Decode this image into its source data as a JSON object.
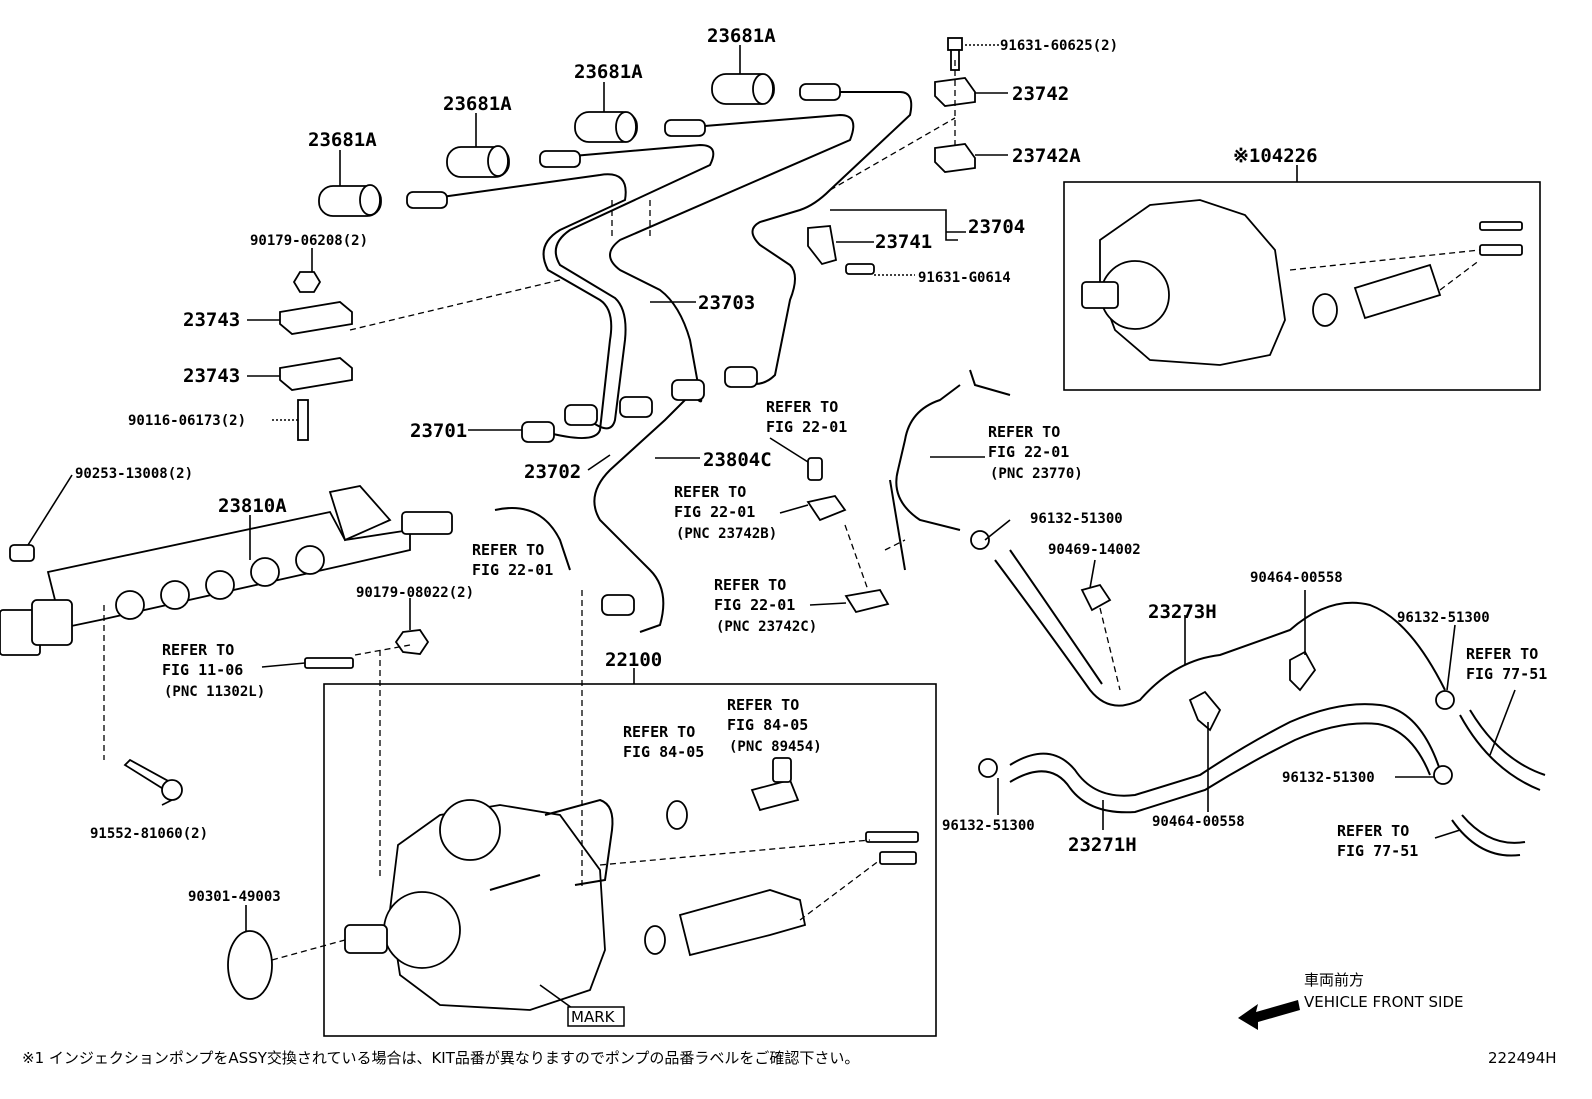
{
  "labels": {
    "l_23681a_1": "23681A",
    "l_23681a_2": "23681A",
    "l_23681a_3": "23681A",
    "l_23681a_4": "23681A",
    "l_91631_60625": "91631-60625(2)",
    "l_23742": "23742",
    "l_23742a": "23742A",
    "l_04226": "※104226",
    "l_90179_06208": "90179-06208(2)",
    "l_23704": "23704",
    "l_23741": "23741",
    "l_91631_g0614": "91631-G0614",
    "l_23743_1": "23743",
    "l_23743_2": "23743",
    "l_23703": "23703",
    "l_90116_06173": "90116-06173(2)",
    "l_23701": "23701",
    "l_23702": "23702",
    "l_23804c": "23804C",
    "l_90253_13008": "90253-13008(2)",
    "l_23810a": "23810A",
    "l_96132_51300_1": "96132-51300",
    "l_90469_14002": "90469-14002",
    "l_90464_00558_1": "90464-00558",
    "l_96132_51300_2": "96132-51300",
    "l_23273h": "23273H",
    "l_90179_08022": "90179-08022(2)",
    "l_22100": "22100",
    "l_91552_81060": "91552-81060(2)",
    "l_90301_49003": "90301-49003",
    "l_96132_51300_3": "96132-51300",
    "l_96132_51300_4": "96132-51300",
    "l_23271h": "23271H",
    "l_90464_00558_2": "90464-00558",
    "mark": "MARK",
    "dir_jp": "車両前方",
    "dir_en": "VEHICLE FRONT SIDE",
    "footnote": "※1 インジェクションポンプをASSY交換されている場合は、KIT品番が異なりますのでポンプの品番ラベルをご確認下さい。",
    "diagram_id": "222494H"
  },
  "refs": {
    "r1_a": "REFER TO",
    "r1_b": "FIG 22-01",
    "r2_a": "REFER TO",
    "r2_b": "FIG 22-01",
    "r2_c": "(PNC 23770)",
    "r3_a": "REFER TO",
    "r3_b": "FIG 22-01",
    "r3_c": "(PNC 23742B)",
    "r4_a": "REFER TO",
    "r4_b": "FIG 22-01",
    "r5_a": "REFER TO",
    "r5_b": "FIG 22-01",
    "r5_c": "(PNC 23742C)",
    "r6_a": "REFER TO",
    "r6_b": "FIG 11-06",
    "r6_c": "(PNC 11302L)",
    "r7_a": "REFER TO",
    "r7_b": "FIG 84-05",
    "r7_c": "(PNC 89454)",
    "r8_a": "REFER TO",
    "r8_b": "FIG 84-05",
    "r9_a": "REFER TO",
    "r9_b": "FIG 77-51",
    "r10_a": "REFER TO",
    "r10_b": "FIG 77-51"
  }
}
